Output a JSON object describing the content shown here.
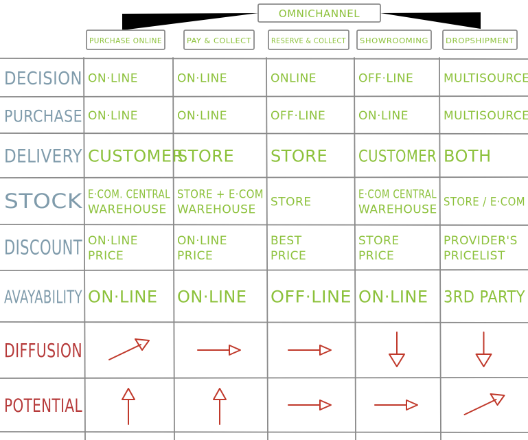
{
  "root": {
    "label": "OMNICHANNEL"
  },
  "columns": [
    "PURCHASE ONLINE",
    "PAY & COLLECT",
    "RESERVE & COLLECT",
    "SHOWROOMING",
    "DROPSHIPMENT"
  ],
  "rows": [
    {
      "label": "DECISION",
      "color": "slate",
      "cells": [
        [
          "ON·LINE"
        ],
        [
          "ON·LINE"
        ],
        [
          "ONLINE"
        ],
        [
          "OFF·LINE"
        ],
        [
          "MULTISOURCE"
        ]
      ]
    },
    {
      "label": "PURCHASE",
      "color": "slate",
      "cells": [
        [
          "ON·LINE"
        ],
        [
          "ON·LINE"
        ],
        [
          "OFF·LINE"
        ],
        [
          "ON·LINE"
        ],
        [
          "MULTISOURCE"
        ]
      ]
    },
    {
      "label": "DELIVERY",
      "color": "slate",
      "cells": [
        [
          "CUSTOMER"
        ],
        [
          "STORE"
        ],
        [
          "STORE"
        ],
        [
          "CUSTOMER"
        ],
        [
          "BOTH"
        ]
      ]
    },
    {
      "label": "STOCK",
      "color": "slate",
      "cells": [
        [
          "E·COM. CENTRAL",
          "WAREHOUSE"
        ],
        [
          "STORE + E·COM",
          "WAREHOUSE"
        ],
        [
          "STORE"
        ],
        [
          "E·COM CENTRAL",
          "WAREHOUSE"
        ],
        [
          "STORE / E·COM"
        ]
      ]
    },
    {
      "label": "DISCOUNT",
      "color": "slate",
      "cells": [
        [
          "ON·LINE",
          "PRICE"
        ],
        [
          "ON·LINE",
          "PRICE"
        ],
        [
          "BEST",
          "PRICE"
        ],
        [
          "STORE",
          "PRICE"
        ],
        [
          "PROVIDER'S",
          "PRICELIST"
        ]
      ]
    },
    {
      "label": "AVAYABILITY",
      "color": "slate",
      "cells": [
        [
          "ON·LINE"
        ],
        [
          "ON·LINE"
        ],
        [
          "OFF·LINE"
        ],
        [
          "ON·LINE"
        ],
        [
          "3RD PARTY"
        ]
      ]
    },
    {
      "label": "DIFFUSION",
      "color": "red",
      "arrows": [
        "up-right",
        "right",
        "right",
        "down",
        "down"
      ]
    },
    {
      "label": "POTENTIAL",
      "color": "red",
      "arrows": [
        "up",
        "up",
        "right",
        "right",
        "up-right"
      ]
    }
  ],
  "colors": {
    "grid": "#8a8a8a",
    "cell_text": "#8cc13b",
    "row_label": "#7f9bab",
    "row_label_alt": "#b63a3a",
    "arrow": "#c0392b"
  }
}
